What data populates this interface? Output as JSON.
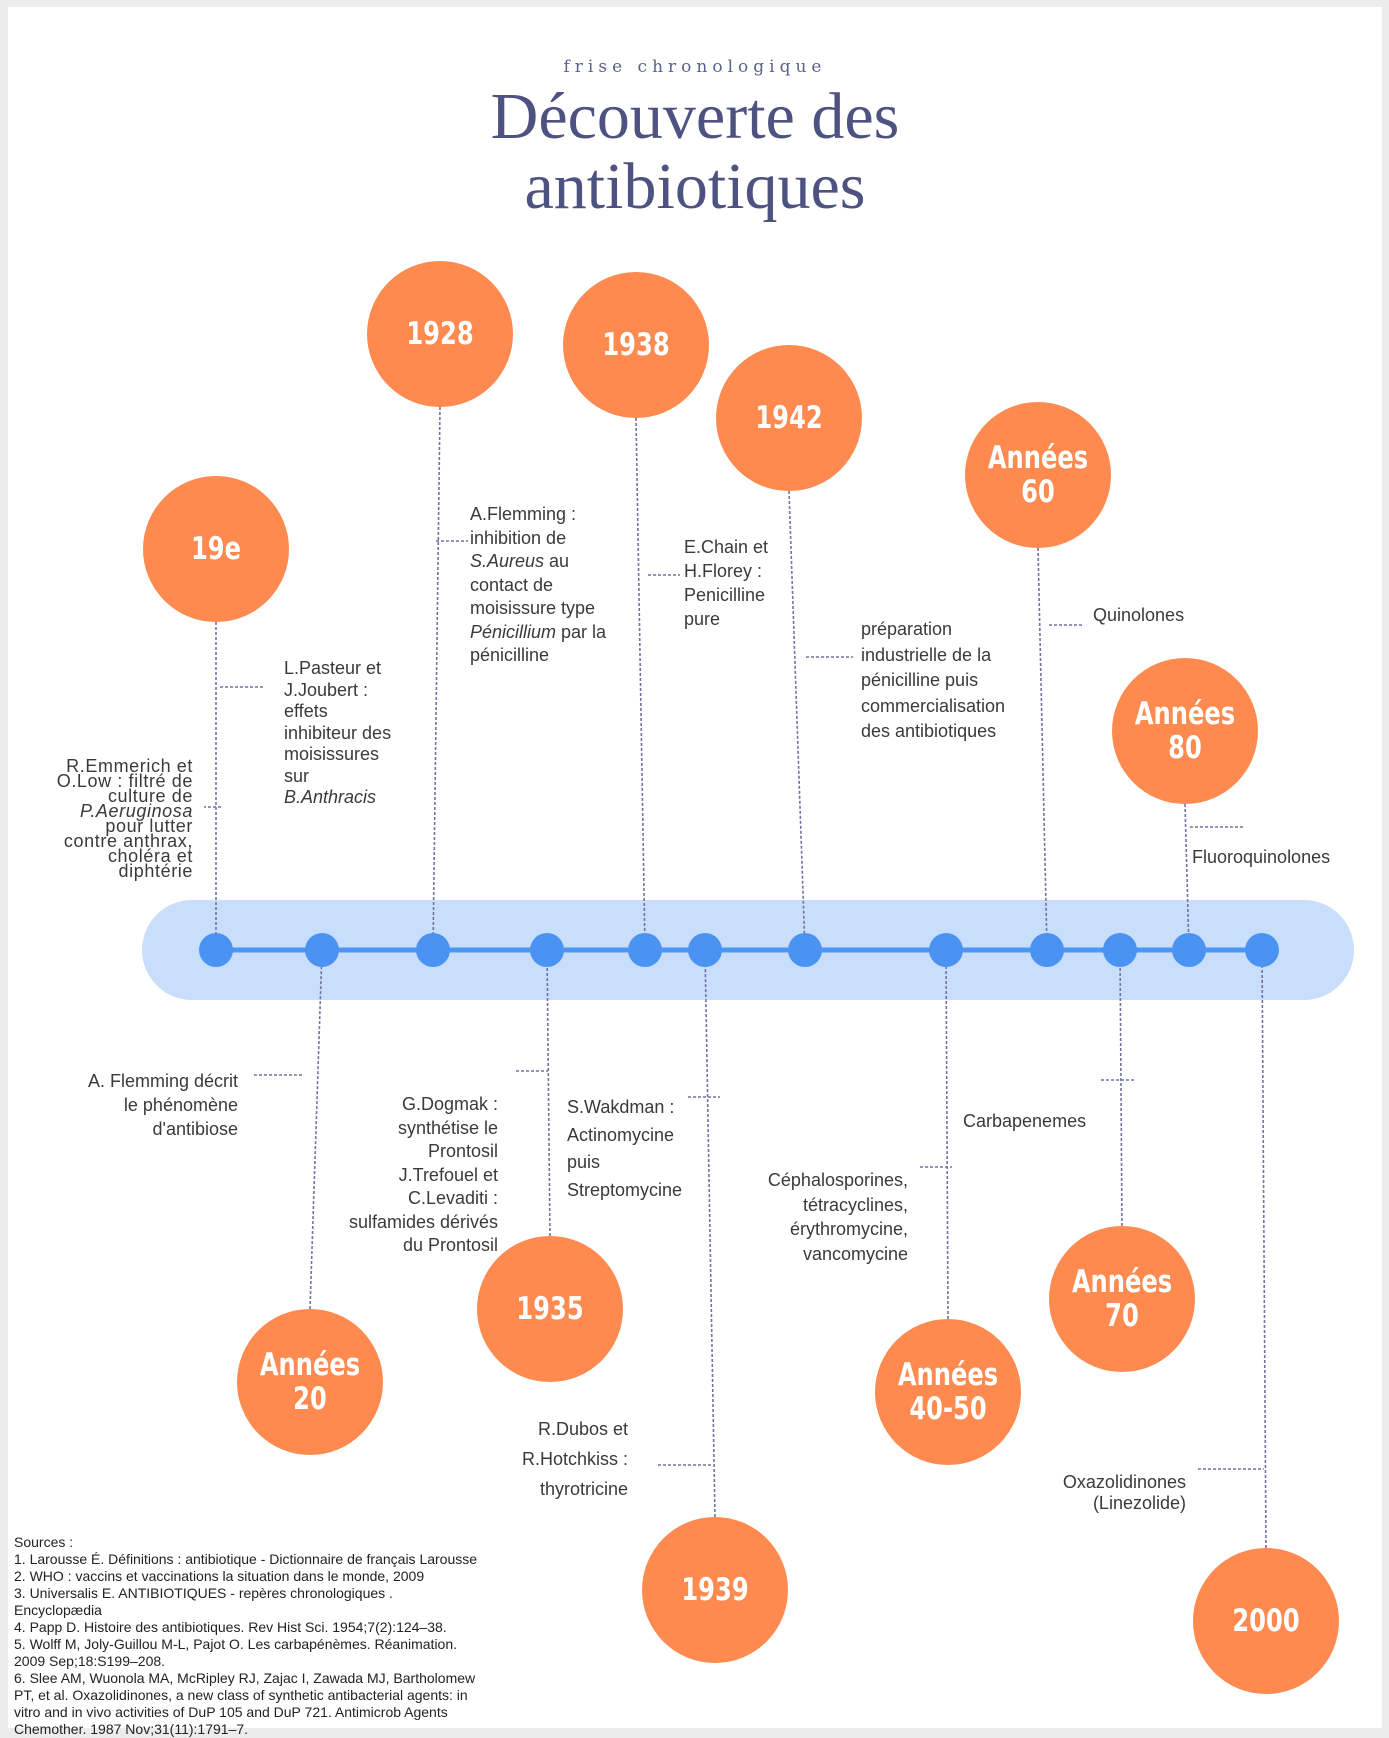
{
  "header": {
    "subtitle": "frise chronologique",
    "title": "Découverte des\nantibiotiques"
  },
  "colors": {
    "accent": "#fe8a50",
    "band": "#c9defa",
    "line": "#4d95f3",
    "dot": "#4a93f2",
    "connector": "#6e73a3"
  },
  "events": [
    {
      "id": "19e",
      "label": "19e"
    },
    {
      "id": "1928",
      "label": "1928"
    },
    {
      "id": "1938",
      "label": "1938"
    },
    {
      "id": "1942",
      "label": "1942"
    },
    {
      "id": "annees60",
      "label": "Années\n60"
    },
    {
      "id": "annees80",
      "label": "Années\n80"
    },
    {
      "id": "annees20",
      "label": "Années\n20"
    },
    {
      "id": "1935",
      "label": "1935"
    },
    {
      "id": "1939",
      "label": "1939"
    },
    {
      "id": "annees4050",
      "label": "Années\n40-50"
    },
    {
      "id": "annees70",
      "label": "Années\n70"
    },
    {
      "id": "2000",
      "label": "2000"
    }
  ],
  "annotations": {
    "emmerich": {
      "parts": [
        "R.Emmerich et\nO.Low : filtré de\nculture de\n",
        "P.Aeruginosa",
        "\npour lutter\ncontre anthrax,\ncholéra et\ndiphtérie"
      ]
    },
    "pasteur": {
      "parts": [
        "L.Pasteur et\nJ.Joubert :\neffets\ninhibiteur des\nmoisissures\nsur\n",
        "B.Anthracis"
      ]
    },
    "flemming1928": {
      "parts": [
        "A.Flemming :\ninhibition de\n",
        "S.Aureus",
        " au\ncontact de\nmoisissure type\n",
        "Pénicillium",
        " par la\npénicilline"
      ]
    },
    "chain": {
      "parts": [
        "E.Chain et\nH.Florey :\nPenicilline\npure"
      ]
    },
    "preparation": {
      "parts": [
        "préparation\nindustrielle de la\npénicilline puis\ncommercialisation\ndes antibiotiques"
      ]
    },
    "quinolones": {
      "parts": [
        "Quinolones"
      ]
    },
    "fluoroquinolones": {
      "parts": [
        "Fluoroquinolones"
      ]
    },
    "antibiose": {
      "parts": [
        "A. Flemming décrit\nle phénomène\nd'antibiose"
      ]
    },
    "dogmak": {
      "parts": [
        "G.Dogmak :\nsynthétise le\nProntosil\nJ.Trefouel et\nC.Levaditi :\nsulfamides dérivés\ndu Prontosil"
      ]
    },
    "wakdman": {
      "parts": [
        "S.Wakdman :\nActinomycine\npuis\nStreptomycine"
      ]
    },
    "cephalo": {
      "parts": [
        "Céphalosporines,\ntétracyclines,\nérythromycine,\nvancomycine"
      ]
    },
    "carbapenemes": {
      "parts": [
        "Carbapenemes"
      ]
    },
    "dubos": {
      "parts": [
        "R.Dubos et\nR.Hotchkiss :\nthyrotricine"
      ]
    },
    "oxazo": {
      "parts": [
        "Oxazolidinones\n(Linezolide)"
      ]
    }
  },
  "sources": "Sources :\n1. Larousse É. Définitions : antibiotique - Dictionnaire de français Larousse\n2. WHO : vaccins et vaccinations la situation dans le monde, 2009\n3. Universalis E. ANTIBIOTIQUES - repères chronologiques .\nEncyclopædia\n4. Papp D. Histoire des antibiotiques. Rev Hist Sci. 1954;7(2):124–38.\n5. Wolff M, Joly-Guillou M-L, Pajot O. Les carbapénèmes. Réanimation.\n2009 Sep;18:S199–208.\n6. Slee AM, Wuonola MA, McRipley RJ, Zajac I, Zawada MJ, Bartholomew\nPT, et al. Oxazolidinones, a new class of synthetic antibacterial agents: in\nvitro and in vivo activities of DuP 105 and DuP 721. Antimicrob Agents\nChemother. 1987 Nov;31(11):1791–7."
}
